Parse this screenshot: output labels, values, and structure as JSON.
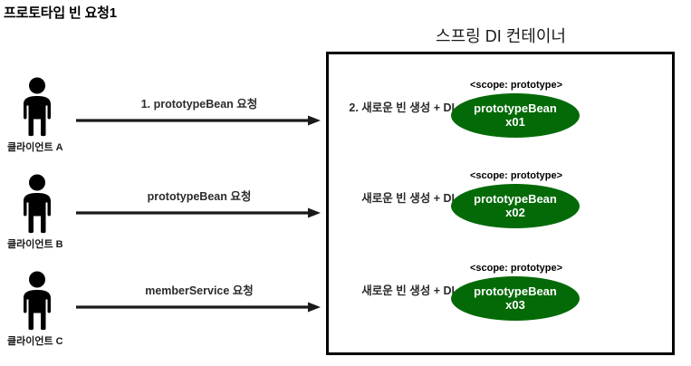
{
  "title": "프로토타입 빈 요청1",
  "container": {
    "heading": "스프링 DI 컨테이너"
  },
  "colors": {
    "bean_fill": "#046A07",
    "bean_text": "#FFFFFF",
    "border": "#000000",
    "arrow": "#1A1A1A"
  },
  "clients": [
    {
      "label": "클라이언트 A",
      "icon": "person-icon"
    },
    {
      "label": "클라이언트 B",
      "icon": "person-icon"
    },
    {
      "label": "클라이언트 C",
      "icon": "person-icon"
    }
  ],
  "arrows": [
    {
      "label": "1. prototypeBean 요청",
      "icon": "arrow-right-icon"
    },
    {
      "label": "prototypeBean 요청",
      "icon": "arrow-right-icon"
    },
    {
      "label": "memberService 요청",
      "icon": "arrow-right-icon"
    }
  ],
  "beans": [
    {
      "note": "2. 새로운 빈 생성 + DI",
      "scope": "<scope: prototype>",
      "name": "prototypeBean",
      "id": "x01"
    },
    {
      "note": "새로운 빈 생성 + DI",
      "scope": "<scope: prototype>",
      "name": "prototypeBean",
      "id": "x02"
    },
    {
      "note": "새로운 빈 생성 + DI",
      "scope": "<scope: prototype>",
      "name": "prototypeBean",
      "id": "x03"
    }
  ]
}
